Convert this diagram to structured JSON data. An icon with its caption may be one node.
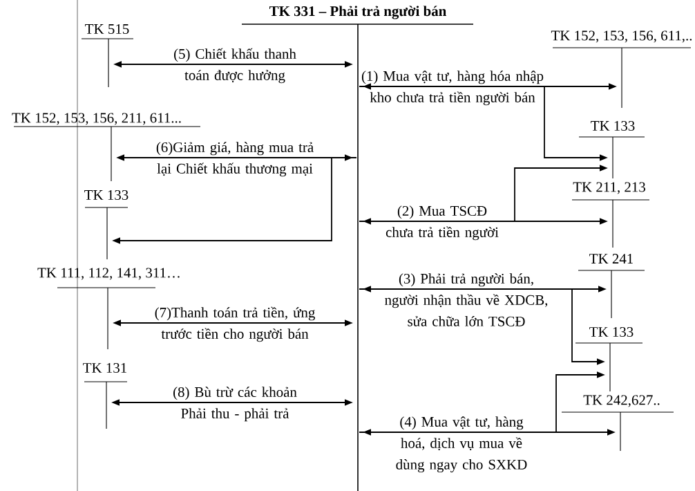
{
  "diagram": {
    "nodes": [
      {
        "text": [
          "TK 331 – Phải trả người bán"
        ]
      },
      {
        "text": [
          "TK 515"
        ]
      },
      {
        "text": [
          "TK 152, 153, 156, 211, 611..."
        ]
      },
      {
        "text": [
          "TK 133"
        ]
      },
      {
        "text": [
          "TK 111, 112, 141, 311…"
        ]
      },
      {
        "text": [
          "TK 131"
        ]
      },
      {
        "text": [
          "TK 152, 153, 156, 611,.."
        ]
      },
      {
        "text": [
          "TK 133"
        ]
      },
      {
        "text": [
          "TK 211, 213"
        ]
      },
      {
        "text": [
          "TK 241"
        ]
      },
      {
        "text": [
          "TK 133"
        ]
      },
      {
        "text": [
          "TK 242,627.."
        ]
      }
    ],
    "edges": [
      {
        "from": 1,
        "to": 0,
        "arrow": "both",
        "label": "(5) Chiết khấu thanh toán được hưởng"
      },
      {
        "from": 2,
        "to": 0,
        "arrow": "both",
        "label": "(6)Giảm giá, hàng mua trả lại Chiết khấu thương mại"
      },
      {
        "from": 0,
        "to": 3,
        "arrow": "to"
      },
      {
        "from": 4,
        "to": 0,
        "arrow": "both",
        "label": "(7)Thanh toán trả tiền, ứng trước tiền cho người bán"
      },
      {
        "from": 5,
        "to": 0,
        "arrow": "both",
        "label": "(8) Bù trừ các khoản Phải thu - phải trả"
      },
      {
        "from": 0,
        "to": 6,
        "arrow": "both",
        "label": "(1) Mua vật tư, hàng hóa nhập kho chưa trả tiền người bán"
      },
      {
        "from": 0,
        "to": 7,
        "arrow": "to"
      },
      {
        "from": 0,
        "to": 8,
        "arrow": "both",
        "label": "(2) Mua TSCĐ chưa trả tiền người"
      },
      {
        "from": 0,
        "to": 7,
        "arrow": "to"
      },
      {
        "from": 0,
        "to": 9,
        "arrow": "both",
        "label": "(3) Phải trả người bán, người nhận thầu về XDCB, sửa chữa lớn TSCĐ"
      },
      {
        "from": 0,
        "to": 10,
        "arrow": "to"
      },
      {
        "from": 0,
        "to": 11,
        "arrow": "both",
        "label": "(4) Mua vật tư, hàng hoá, dịch vụ mua về dùng ngay cho SXKD"
      },
      {
        "from": 0,
        "to": 10,
        "arrow": "to"
      }
    ]
  }
}
